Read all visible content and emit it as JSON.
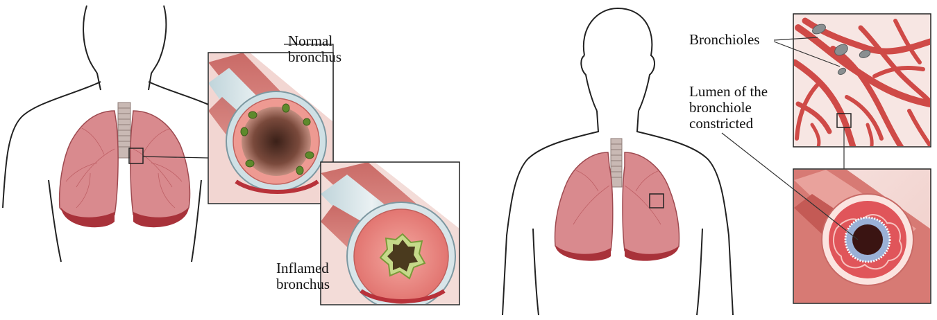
{
  "labels": {
    "normal_bronchus": [
      "Normal",
      "bronchus"
    ],
    "inflamed_bronchus": [
      "Inflamed",
      "bronchus"
    ],
    "bronchioles": "Bronchioles",
    "lumen_constricted": [
      "Lumen of the",
      "bronchiole",
      "constricted"
    ]
  },
  "colors": {
    "outline": "#222222",
    "lung_fill": "#d98a8e",
    "lung_dark": "#a8323a",
    "trachea": "#c9b9b4",
    "cartilage": "#a9c3cc",
    "airway_wall": "#e58a86",
    "mucus_green": "#5e8a2c",
    "bronchiole_red": "#cf4a47",
    "inset_bg": "#f6e6e4"
  },
  "icons": [
    "human-torso-outline",
    "lungs",
    "airway-tube-cross-section",
    "bronchiole-network",
    "bronchiole-cross-section"
  ]
}
